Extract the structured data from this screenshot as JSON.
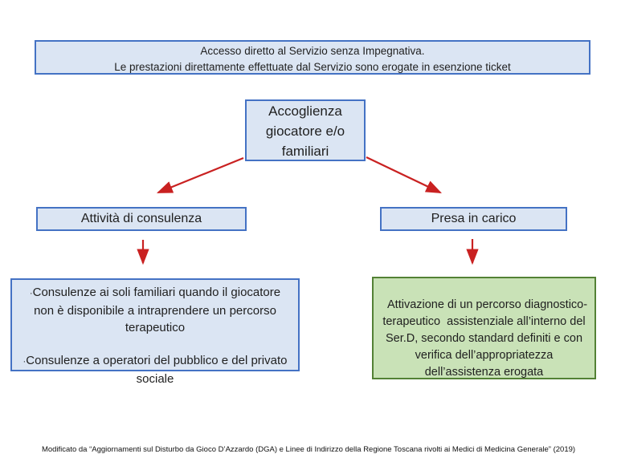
{
  "slide": {
    "banner": {
      "line1": "Accesso diretto al Servizio senza Impegnativa.",
      "line2": "Le prestazioni direttamente effettuate dal Servizio sono erogate in esenzione ticket"
    },
    "nodes": {
      "accoglienza": {
        "label": "Accoglienza giocatore e/o familiari"
      },
      "attivita_consulenza": {
        "label": "Attività di consulenza"
      },
      "presa_in_carico": {
        "label": "Presa in carico"
      },
      "consulenze_dettaglio": {
        "bullets": [
          "Consulenze ai soli familiari quando il giocatore non è disponibile a intraprendere un percorso terapeutico",
          "Consulenze a operatori del pubblico e del privato sociale"
        ]
      },
      "attivazione_percorso": {
        "label": "Attivazione di un percorso diagnostico-terapeutico  assistenziale all’interno del Ser.D, secondo standard definiti e con verifica dell’appropriatezza dell’assistenza erogata"
      }
    },
    "footnote": "Modificato da “Aggiornamenti sul Disturbo da Gioco D’Azzardo (DGA) e Linee di Indirizzo della Regione Toscana rivolti ai Medici di Medicina Generale” (2019)"
  },
  "colors": {
    "blue_box_fill": "#dbe5f3",
    "blue_box_border": "#4472c4",
    "green_box_fill": "#c9e2b7",
    "green_box_border": "#538135",
    "arrow_red": "#c92121",
    "text_dark": "#1f1f1f"
  }
}
